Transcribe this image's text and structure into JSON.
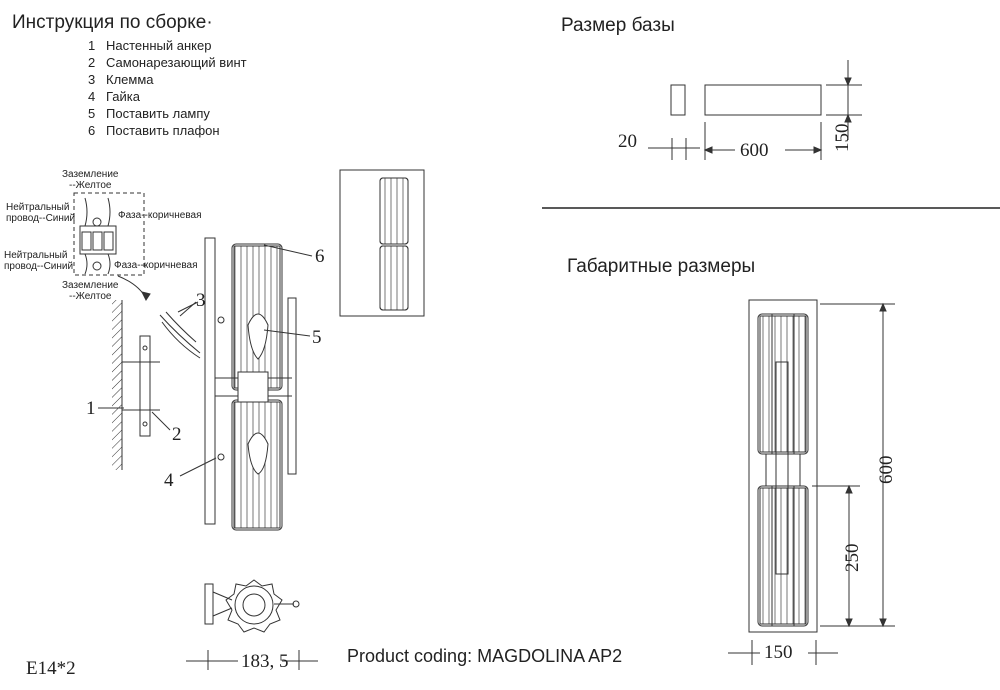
{
  "instructions": {
    "title": "Инструкция по сборке·",
    "steps": [
      {
        "num": "1",
        "text": "Настенный анкер"
      },
      {
        "num": "2",
        "text": "Самонарезающий винт"
      },
      {
        "num": "3",
        "text": "Клемма"
      },
      {
        "num": "4",
        "text": "Гайка"
      },
      {
        "num": "5",
        "text": "Поставить лампу"
      },
      {
        "num": "6",
        "text": "Поставить плафон"
      }
    ]
  },
  "wiring": {
    "ground_top": "Заземление\n--Желтое",
    "neutral_top": "Нейтральный\nпровод--Синий",
    "phase_top": "Фаза--коричневая",
    "neutral_bottom": "Нейтральный\nпровод--Синий",
    "phase_bottom": "Фаза--коричневая",
    "ground_bottom": "Заземление\n--Желтое"
  },
  "callouts": {
    "c1": "1",
    "c2": "2",
    "c3": "3",
    "c4": "4",
    "c5": "5",
    "c6": "6"
  },
  "base_size": {
    "title": "Размер базы",
    "depth": "20",
    "width": "600",
    "height": "150"
  },
  "overall_size": {
    "title": "Габаритные размеры",
    "height": "600",
    "lower_segment": "250",
    "width": "150"
  },
  "side_dim": "183, 5",
  "lamp_spec": "E14*2",
  "product_coding": "Product coding: MAGDOLINA AP2"
}
